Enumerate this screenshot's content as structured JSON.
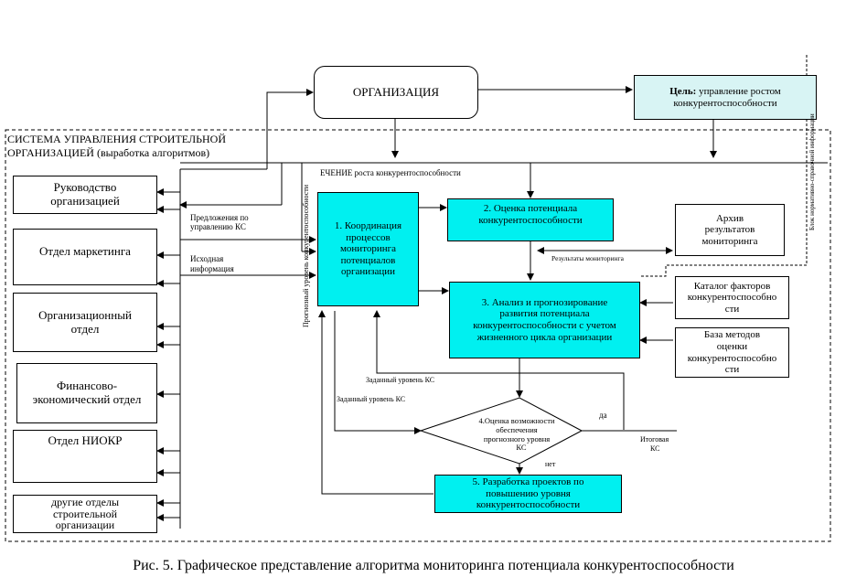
{
  "system": {
    "title_line1": "СИСТЕМА УПРАВЛЕНИЯ СТРОИТЕЛЬНОЙ",
    "title_line2": "ОРГАНИЗАЦИЕЙ (выработка алгоритмов)"
  },
  "organization": "ОРГАНИЗАЦИЯ",
  "goal": {
    "bold": "Цель:",
    "rest": "управление ростом",
    "line2": "конкурентоспособности"
  },
  "departments": [
    {
      "line1": "Руководство",
      "line2": "организацией"
    },
    {
      "line1": "Отдел маркетинга"
    },
    {
      "line1": "Организационный",
      "line2": "отдел"
    },
    {
      "line1": "Финансово-",
      "line2": "экономический отдел"
    },
    {
      "line1": "Отдел НИОКР"
    },
    {
      "line1": "другие отделы",
      "line2": "строительной",
      "line3": "организации"
    }
  ],
  "blocks": {
    "b1": [
      "1. Координация",
      "процессов",
      "мониторинга",
      "потенциалов",
      "организации"
    ],
    "b2": [
      "2. Оценка потенциала",
      "конкурентоспособности"
    ],
    "b3": [
      "3. Анализ и прогнозирование",
      "развития потенциала",
      "конкурентоспособности с учетом",
      "жизненного цикла организации"
    ],
    "b4": [
      "4.Оценка возможности",
      "обеспечения",
      "прогнозного уровня",
      "КС"
    ],
    "b5": [
      "5. Разработка проектов по",
      "повышению уровня",
      "конкурентоспособности"
    ]
  },
  "side_boxes": {
    "archive": [
      "Архив",
      "результатов",
      "мониторинга"
    ],
    "catalog": [
      "Каталог факторов",
      "конкурентоспособно",
      "сти"
    ],
    "methods": [
      "База методов",
      "оценки",
      "конкурентоспособно",
      "сти"
    ]
  },
  "labels": {
    "flow_top": "ЕЧЕНИЕ роста конкурентоспособности",
    "proposals_1": "Предложения по",
    "proposals_2": "управлению КС",
    "initial_1": "Исходная",
    "initial_2": "информация",
    "results": "Результаты мониторинга",
    "set_level_1": "Заданный уровень КС",
    "set_level_2": "Заданный уровень КС",
    "yes": "да",
    "no": "нет",
    "final_1": "Итоговая",
    "final_2": "КС",
    "vertical_forecast": "Прогнозный уровень конкурентоспособности",
    "vertical_norm": "Блок нормативно-справочной информации"
  },
  "caption": "Рис. 5. Графическое представление алгоритма мониторинга потенциала конкурентоспособности",
  "colors": {
    "cyan": "#00f0f0",
    "goal": "#d8f4f4",
    "line": "#000000"
  }
}
